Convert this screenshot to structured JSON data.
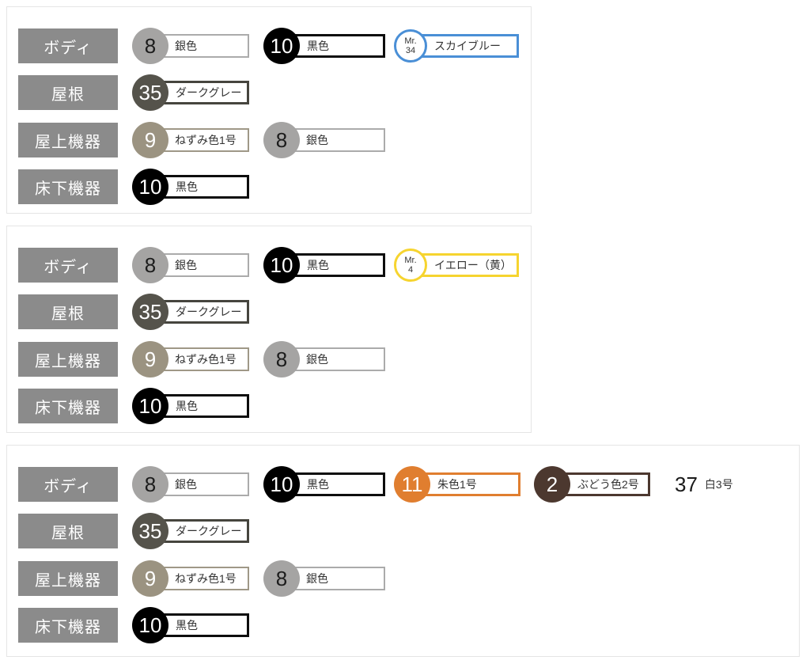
{
  "colors": {
    "label_bg": "#8b8b8b",
    "label_text": "#ffffff",
    "panel_border": "#e5e5e5",
    "box_bg": "#ffffff",
    "box_text": "#333333"
  },
  "panels": [
    {
      "rows": [
        {
          "label": "ボディ",
          "items": [
            {
              "kind": "paint",
              "num": "8",
              "name": "銀色",
              "circle": "#a5a4a3",
              "text": "#1c1c1c",
              "border": "#ababab",
              "thin": true
            },
            {
              "kind": "paint",
              "num": "10",
              "name": "黒色",
              "circle": "#000000",
              "text": "#ffffff",
              "border": "#0d0d0d"
            },
            {
              "kind": "mr",
              "brand": "Mr.",
              "num": "34",
              "name": "スカイブルー",
              "accent": "#4a8fd6"
            }
          ]
        },
        {
          "label": "屋根",
          "items": [
            {
              "kind": "paint",
              "num": "35",
              "name": "ダークグレー",
              "circle": "#55534b",
              "text": "#ffffff",
              "border": "#46453e"
            }
          ]
        },
        {
          "label": "屋上機器",
          "items": [
            {
              "kind": "paint",
              "num": "9",
              "name": "ねずみ色1号",
              "circle": "#9b9381",
              "text": "#ffffff",
              "border": "#9f9887",
              "thin": true
            },
            {
              "kind": "paint",
              "num": "8",
              "name": "銀色",
              "circle": "#a5a4a3",
              "text": "#1c1c1c",
              "border": "#ababab",
              "thin": true
            }
          ]
        },
        {
          "label": "床下機器",
          "items": [
            {
              "kind": "paint",
              "num": "10",
              "name": "黒色",
              "circle": "#000000",
              "text": "#ffffff",
              "border": "#0d0d0d"
            }
          ]
        }
      ]
    },
    {
      "rows": [
        {
          "label": "ボディ",
          "items": [
            {
              "kind": "paint",
              "num": "8",
              "name": "銀色",
              "circle": "#a5a4a3",
              "text": "#1c1c1c",
              "border": "#ababab",
              "thin": true
            },
            {
              "kind": "paint",
              "num": "10",
              "name": "黒色",
              "circle": "#000000",
              "text": "#ffffff",
              "border": "#0d0d0d"
            },
            {
              "kind": "mr",
              "brand": "Mr.",
              "num": "4",
              "name": "イエロー（黄）",
              "accent": "#f6d42f"
            }
          ]
        },
        {
          "label": "屋根",
          "items": [
            {
              "kind": "paint",
              "num": "35",
              "name": "ダークグレー",
              "circle": "#55534b",
              "text": "#ffffff",
              "border": "#46453e"
            }
          ]
        },
        {
          "label": "屋上機器",
          "items": [
            {
              "kind": "paint",
              "num": "9",
              "name": "ねずみ色1号",
              "circle": "#9b9381",
              "text": "#ffffff",
              "border": "#9f9887",
              "thin": true
            },
            {
              "kind": "paint",
              "num": "8",
              "name": "銀色",
              "circle": "#a5a4a3",
              "text": "#1c1c1c",
              "border": "#ababab",
              "thin": true
            }
          ]
        },
        {
          "label": "床下機器",
          "items": [
            {
              "kind": "paint",
              "num": "10",
              "name": "黒色",
              "circle": "#000000",
              "text": "#ffffff",
              "border": "#0d0d0d"
            }
          ]
        }
      ]
    },
    {
      "rows": [
        {
          "label": "ボディ",
          "items": [
            {
              "kind": "paint",
              "num": "8",
              "name": "銀色",
              "circle": "#a5a4a3",
              "text": "#1c1c1c",
              "border": "#ababab",
              "thin": true
            },
            {
              "kind": "paint",
              "num": "10",
              "name": "黒色",
              "circle": "#000000",
              "text": "#ffffff",
              "border": "#0d0d0d"
            },
            {
              "kind": "paint",
              "num": "11",
              "name": "朱色1号",
              "circle": "#e07e2f",
              "text": "#ffffff",
              "border": "#e07e2f"
            },
            {
              "kind": "paint",
              "num": "2",
              "name": "ぶどう色2号",
              "circle": "#4c382f",
              "text": "#ffffff",
              "border": "#4c382f"
            },
            {
              "kind": "plain",
              "num": "37",
              "name": "白3号"
            }
          ]
        },
        {
          "label": "屋根",
          "items": [
            {
              "kind": "paint",
              "num": "35",
              "name": "ダークグレー",
              "circle": "#55534b",
              "text": "#ffffff",
              "border": "#46453e"
            }
          ]
        },
        {
          "label": "屋上機器",
          "items": [
            {
              "kind": "paint",
              "num": "9",
              "name": "ねずみ色1号",
              "circle": "#9b9381",
              "text": "#ffffff",
              "border": "#9f9887",
              "thin": true
            },
            {
              "kind": "paint",
              "num": "8",
              "name": "銀色",
              "circle": "#a5a4a3",
              "text": "#1c1c1c",
              "border": "#ababab",
              "thin": true
            }
          ]
        },
        {
          "label": "床下機器",
          "items": [
            {
              "kind": "paint",
              "num": "10",
              "name": "黒色",
              "circle": "#000000",
              "text": "#ffffff",
              "border": "#0d0d0d"
            }
          ]
        }
      ]
    }
  ]
}
